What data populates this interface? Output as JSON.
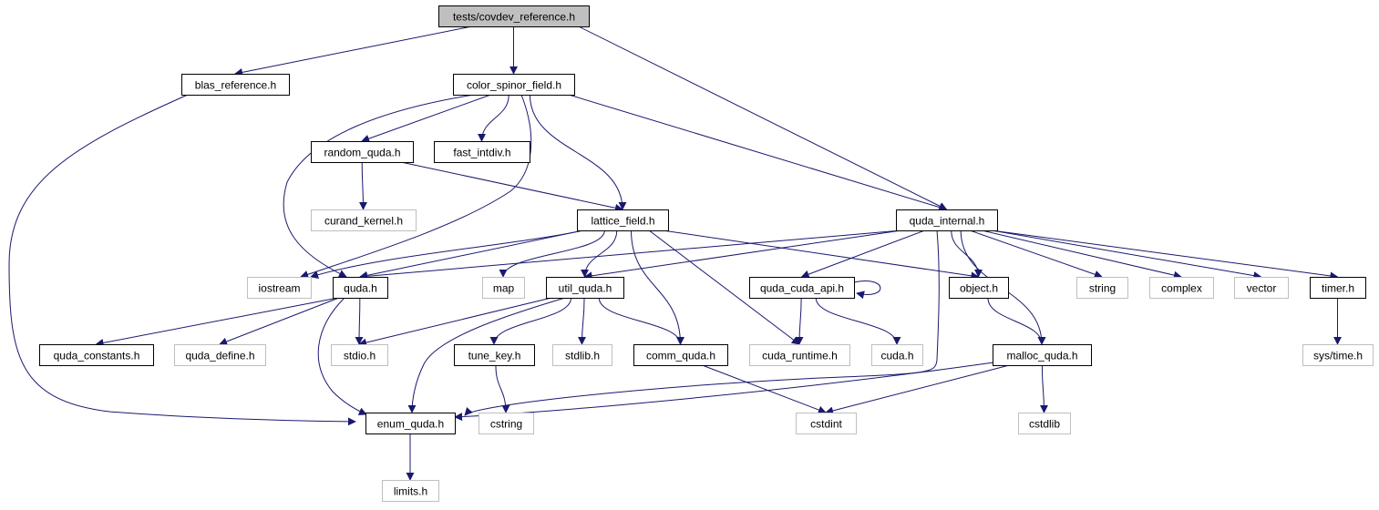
{
  "colors": {
    "edge": "#191970",
    "main_fill": "#bfbfbf",
    "border_local": "#000000",
    "border_system": "#bfbfbf"
  },
  "nodes": [
    {
      "id": "covdev",
      "label": "tests/covdev_reference.h",
      "kind": "main"
    },
    {
      "id": "blas",
      "label": "blas_reference.h",
      "kind": "local"
    },
    {
      "id": "csf",
      "label": "color_spinor_field.h",
      "kind": "local"
    },
    {
      "id": "random",
      "label": "random_quda.h",
      "kind": "local"
    },
    {
      "id": "fastint",
      "label": "fast_intdiv.h",
      "kind": "local"
    },
    {
      "id": "curand",
      "label": "curand_kernel.h",
      "kind": "system"
    },
    {
      "id": "lattice",
      "label": "lattice_field.h",
      "kind": "local"
    },
    {
      "id": "qinternal",
      "label": "quda_internal.h",
      "kind": "local"
    },
    {
      "id": "iostream",
      "label": "iostream",
      "kind": "system"
    },
    {
      "id": "quda",
      "label": "quda.h",
      "kind": "local"
    },
    {
      "id": "map",
      "label": "map",
      "kind": "system"
    },
    {
      "id": "util",
      "label": "util_quda.h",
      "kind": "local"
    },
    {
      "id": "cudaapi",
      "label": "quda_cuda_api.h",
      "kind": "local"
    },
    {
      "id": "object",
      "label": "object.h",
      "kind": "local"
    },
    {
      "id": "string",
      "label": "string",
      "kind": "system"
    },
    {
      "id": "complex",
      "label": "complex",
      "kind": "system"
    },
    {
      "id": "vector",
      "label": "vector",
      "kind": "system"
    },
    {
      "id": "timer",
      "label": "timer.h",
      "kind": "local"
    },
    {
      "id": "qconst",
      "label": "quda_constants.h",
      "kind": "local"
    },
    {
      "id": "qdefine",
      "label": "quda_define.h",
      "kind": "system"
    },
    {
      "id": "stdio",
      "label": "stdio.h",
      "kind": "system"
    },
    {
      "id": "tunekey",
      "label": "tune_key.h",
      "kind": "local"
    },
    {
      "id": "stdlib",
      "label": "stdlib.h",
      "kind": "system"
    },
    {
      "id": "comm",
      "label": "comm_quda.h",
      "kind": "local"
    },
    {
      "id": "cudart",
      "label": "cuda_runtime.h",
      "kind": "system"
    },
    {
      "id": "cudah",
      "label": "cuda.h",
      "kind": "system"
    },
    {
      "id": "malloc",
      "label": "malloc_quda.h",
      "kind": "local"
    },
    {
      "id": "systime",
      "label": "sys/time.h",
      "kind": "system"
    },
    {
      "id": "enum",
      "label": "enum_quda.h",
      "kind": "local"
    },
    {
      "id": "cstring",
      "label": "cstring",
      "kind": "system"
    },
    {
      "id": "cstdint",
      "label": "cstdint",
      "kind": "system"
    },
    {
      "id": "cstdlib",
      "label": "cstdlib",
      "kind": "system"
    },
    {
      "id": "limits",
      "label": "limits.h",
      "kind": "system"
    }
  ],
  "edges": [
    [
      "covdev",
      "blas"
    ],
    [
      "covdev",
      "csf"
    ],
    [
      "covdev",
      "qinternal"
    ],
    [
      "blas",
      "enum"
    ],
    [
      "csf",
      "quda"
    ],
    [
      "csf",
      "random"
    ],
    [
      "csf",
      "fastint"
    ],
    [
      "csf",
      "iostream"
    ],
    [
      "csf",
      "lattice"
    ],
    [
      "csf",
      "qinternal"
    ],
    [
      "random",
      "curand"
    ],
    [
      "random",
      "lattice"
    ],
    [
      "lattice",
      "iostream"
    ],
    [
      "lattice",
      "quda"
    ],
    [
      "lattice",
      "map"
    ],
    [
      "lattice",
      "util"
    ],
    [
      "lattice",
      "comm"
    ],
    [
      "lattice",
      "cudart"
    ],
    [
      "lattice",
      "object"
    ],
    [
      "qinternal",
      "quda"
    ],
    [
      "qinternal",
      "util"
    ],
    [
      "qinternal",
      "cudaapi"
    ],
    [
      "qinternal",
      "enum"
    ],
    [
      "qinternal",
      "object"
    ],
    [
      "qinternal",
      "malloc"
    ],
    [
      "qinternal",
      "string"
    ],
    [
      "qinternal",
      "complex"
    ],
    [
      "qinternal",
      "vector"
    ],
    [
      "qinternal",
      "timer"
    ],
    [
      "quda",
      "qconst"
    ],
    [
      "quda",
      "qdefine"
    ],
    [
      "quda",
      "stdio"
    ],
    [
      "quda",
      "enum"
    ],
    [
      "util",
      "stdio"
    ],
    [
      "util",
      "enum"
    ],
    [
      "util",
      "tunekey"
    ],
    [
      "util",
      "stdlib"
    ],
    [
      "util",
      "comm"
    ],
    [
      "cudaapi",
      "cudaapi"
    ],
    [
      "cudaapi",
      "cudart"
    ],
    [
      "cudaapi",
      "cudah"
    ],
    [
      "object",
      "malloc"
    ],
    [
      "timer",
      "systime"
    ],
    [
      "tunekey",
      "cstring"
    ],
    [
      "comm",
      "cstdint"
    ],
    [
      "malloc",
      "enum"
    ],
    [
      "malloc",
      "cstdint"
    ],
    [
      "malloc",
      "cstdlib"
    ],
    [
      "enum",
      "limits"
    ]
  ]
}
